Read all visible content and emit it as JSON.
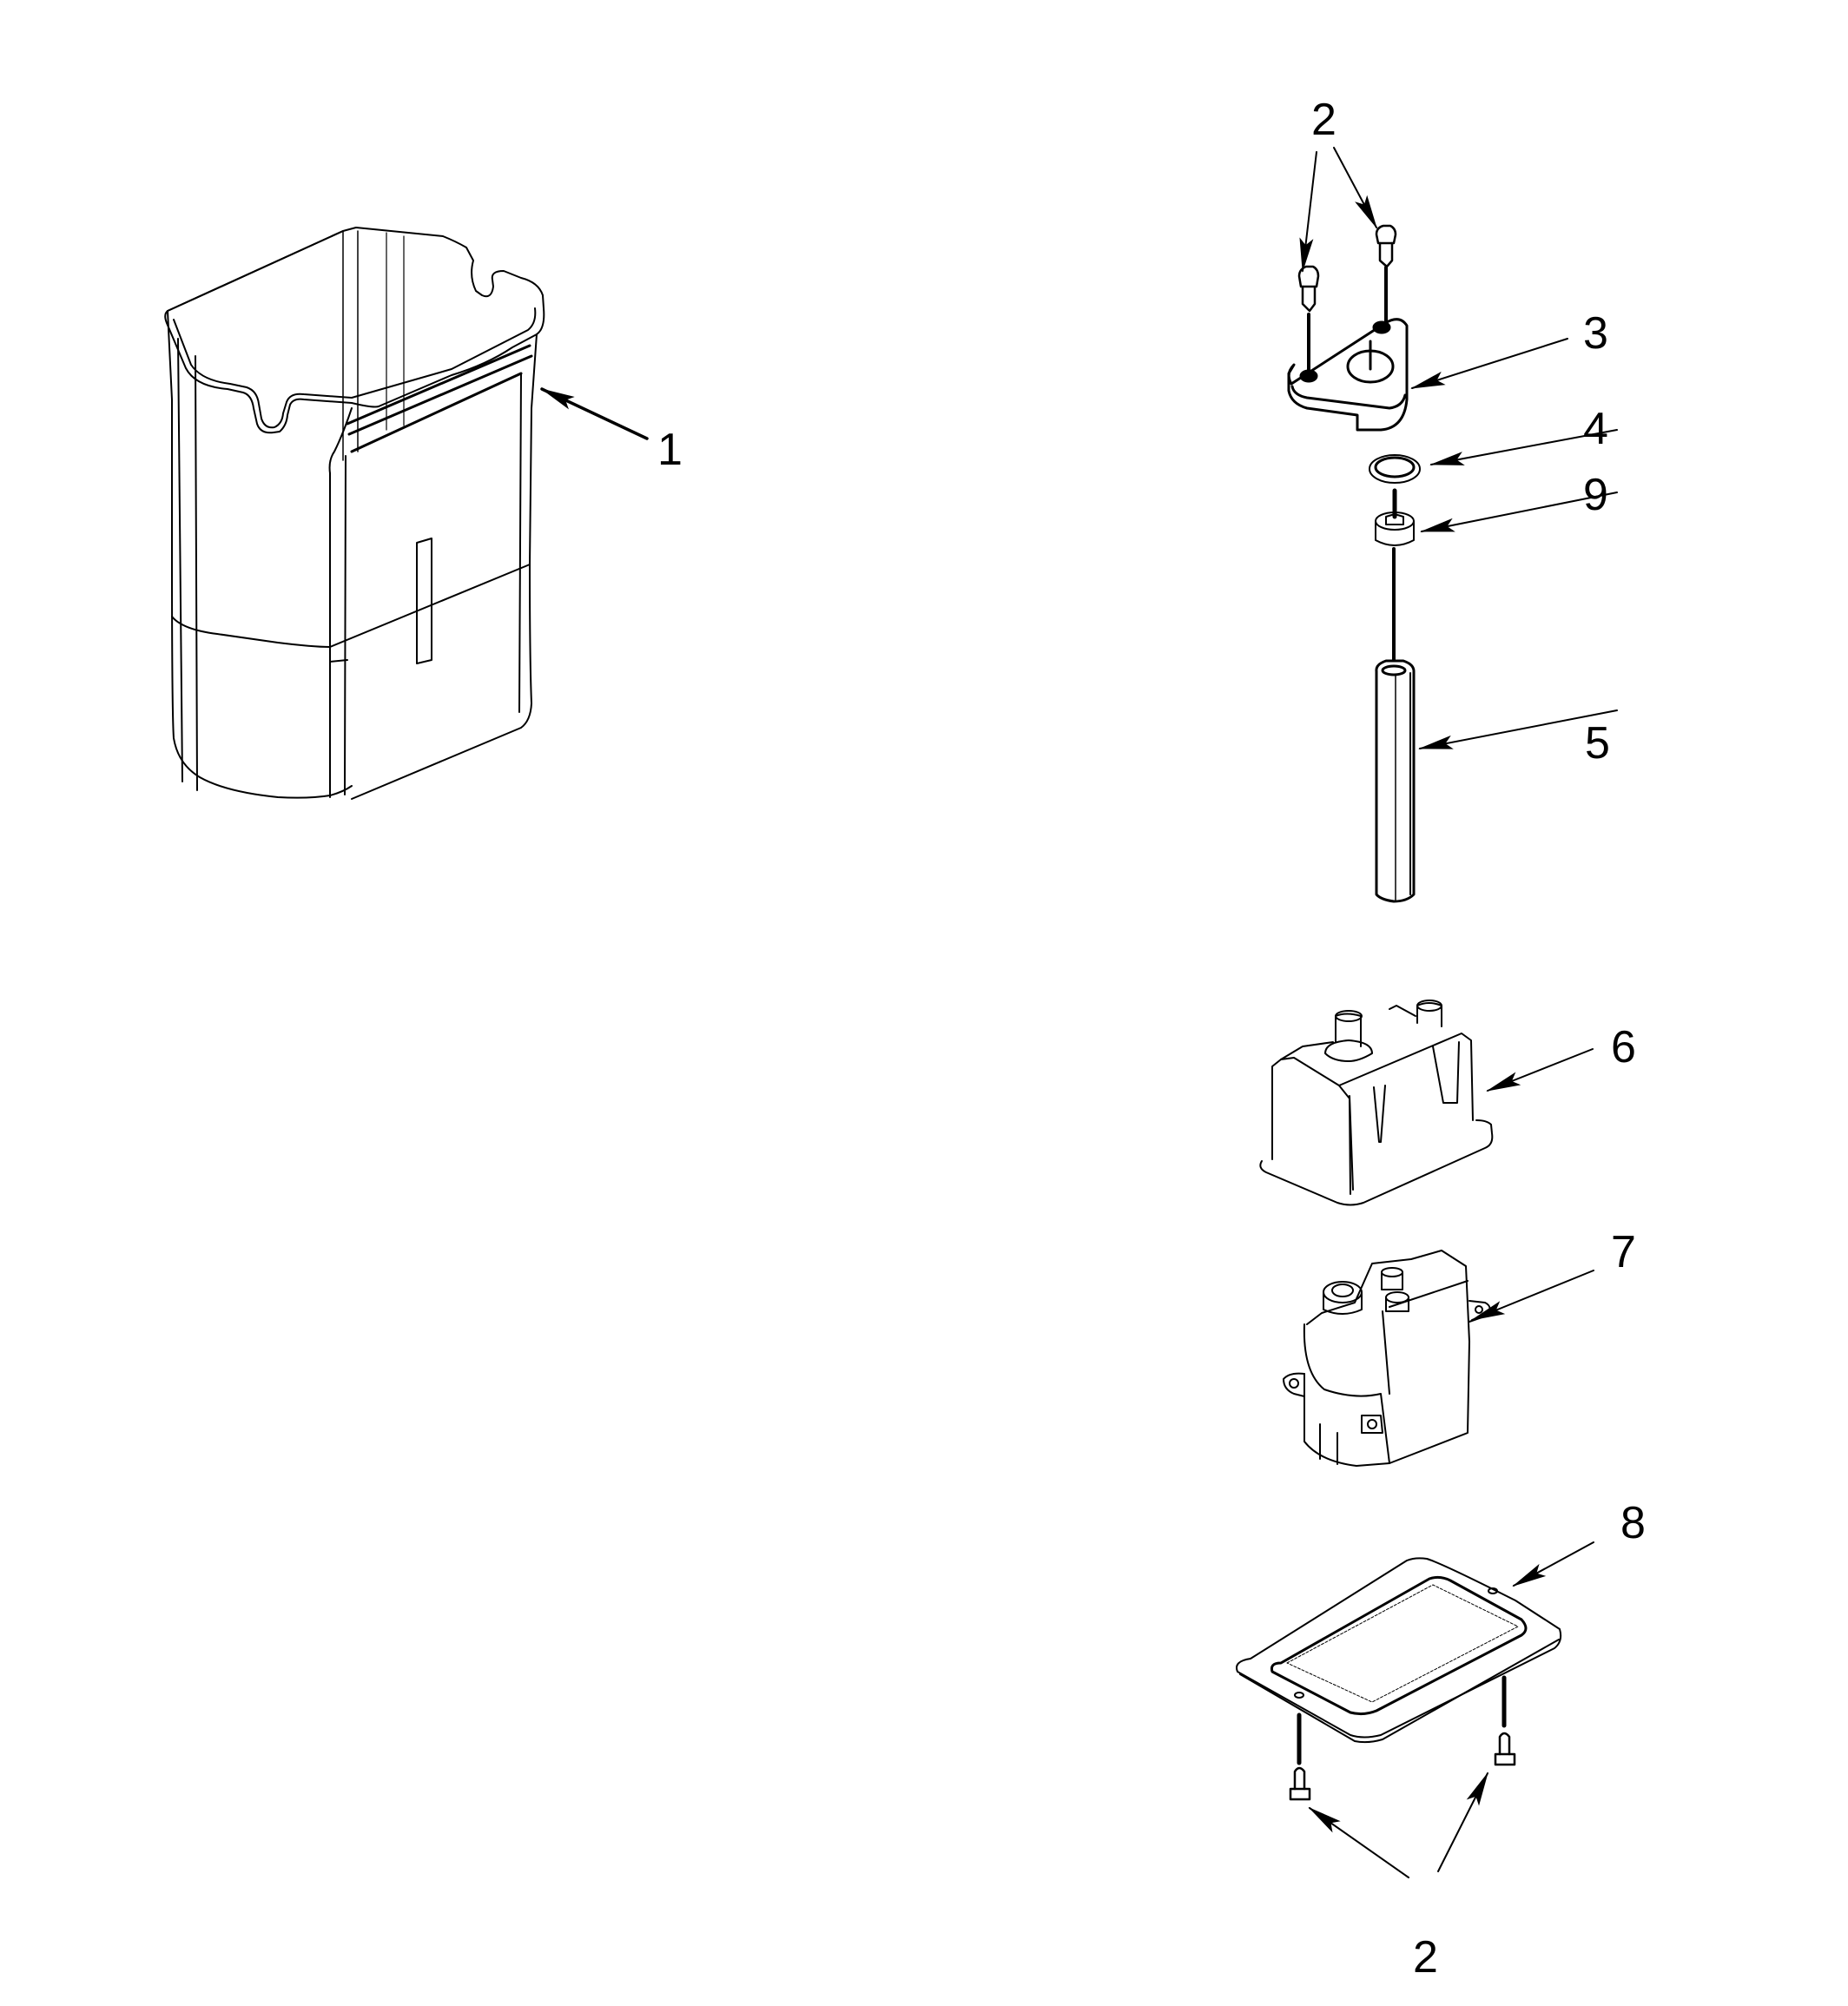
{
  "diagram": {
    "type": "exploded parts diagram",
    "colors": {
      "line": "#000000",
      "background": "#ffffff"
    },
    "callouts": [
      {
        "id": "c1",
        "label": "1",
        "part": "ice bin / bucket"
      },
      {
        "id": "c2a",
        "label": "2",
        "part": "screws (top)"
      },
      {
        "id": "c3",
        "label": "3",
        "part": "bracket"
      },
      {
        "id": "c4",
        "label": "4",
        "part": "washer"
      },
      {
        "id": "c9",
        "label": "9",
        "part": "bushing"
      },
      {
        "id": "c5",
        "label": "5",
        "part": "shaft / auger rod"
      },
      {
        "id": "c6",
        "label": "6",
        "part": "motor housing cover"
      },
      {
        "id": "c7",
        "label": "7",
        "part": "auger motor"
      },
      {
        "id": "c8",
        "label": "8",
        "part": "mounting plate"
      },
      {
        "id": "c2b",
        "label": "2",
        "part": "screws (bottom)"
      }
    ]
  }
}
